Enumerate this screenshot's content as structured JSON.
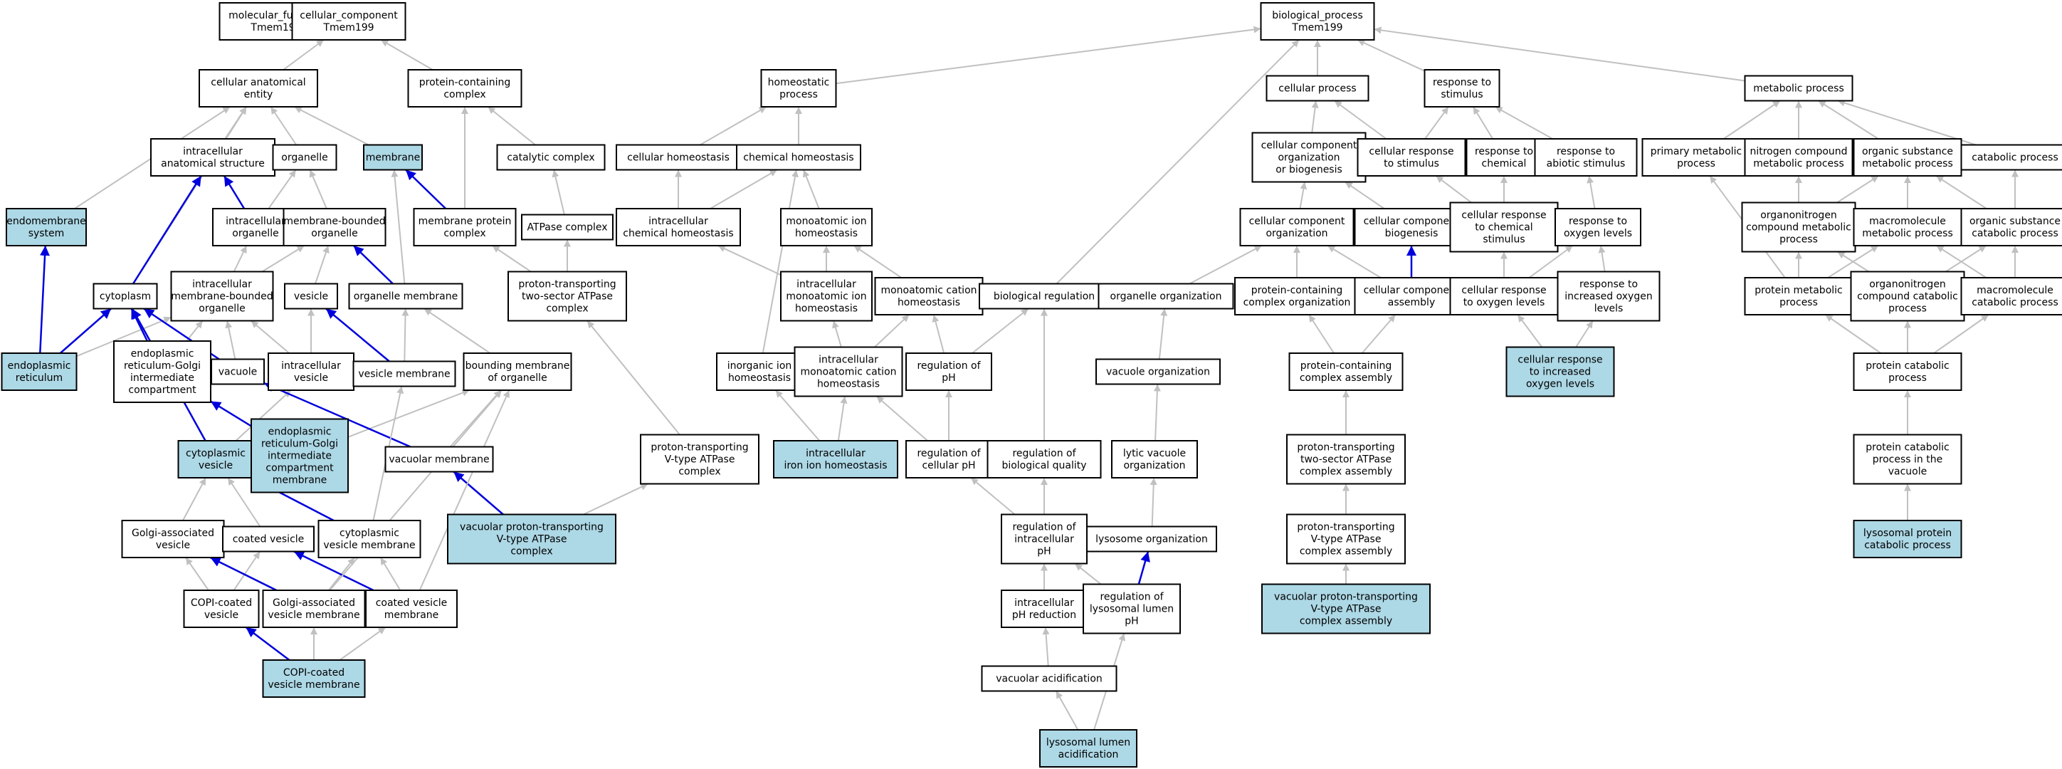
{
  "colors": {
    "highlight": "#add8e6",
    "plain": "#ffffff",
    "gray_edge": "#c0c0c0",
    "blue_edge": "#0000dd"
  },
  "nodes": {
    "mf": {
      "lines": [
        "molecular_function",
        "Tmem199"
      ],
      "hl": false
    },
    "cc": {
      "lines": [
        "cellular_component",
        "Tmem199"
      ],
      "hl": false
    },
    "bp": {
      "lines": [
        "biological_process",
        "Tmem199"
      ],
      "hl": false
    },
    "cae": {
      "lines": [
        "cellular anatomical",
        "entity"
      ],
      "hl": false
    },
    "pcc": {
      "lines": [
        "protein-containing",
        "complex"
      ],
      "hl": false
    },
    "ias": {
      "lines": [
        "intracellular",
        "anatomical structure"
      ],
      "hl": false
    },
    "org": {
      "lines": [
        "organelle"
      ],
      "hl": false
    },
    "mem": {
      "lines": [
        "membrane"
      ],
      "hl": true
    },
    "catc": {
      "lines": [
        "catalytic complex"
      ],
      "hl": false
    },
    "ems": {
      "lines": [
        "endomembrane",
        "system"
      ],
      "hl": true
    },
    "io": {
      "lines": [
        "intracellular",
        "organelle"
      ],
      "hl": false
    },
    "mbo": {
      "lines": [
        "membrane-bounded",
        "organelle"
      ],
      "hl": false
    },
    "mpc": {
      "lines": [
        "membrane protein",
        "complex"
      ],
      "hl": false
    },
    "atpc": {
      "lines": [
        "ATPase complex"
      ],
      "hl": false
    },
    "cyto": {
      "lines": [
        "cytoplasm"
      ],
      "hl": false
    },
    "imbo": {
      "lines": [
        "intracellular",
        "membrane-bounded",
        "organelle"
      ],
      "hl": false
    },
    "ves": {
      "lines": [
        "vesicle"
      ],
      "hl": false
    },
    "om": {
      "lines": [
        "organelle membrane"
      ],
      "hl": false
    },
    "pt2": {
      "lines": [
        "proton-transporting",
        "two-sector ATPase",
        "complex"
      ],
      "hl": false
    },
    "er": {
      "lines": [
        "endoplasmic",
        "reticulum"
      ],
      "hl": true
    },
    "ergic": {
      "lines": [
        "endoplasmic",
        "reticulum-Golgi",
        "intermediate",
        "compartment"
      ],
      "hl": false
    },
    "vac": {
      "lines": [
        "vacuole"
      ],
      "hl": false
    },
    "iv": {
      "lines": [
        "intracellular",
        "vesicle"
      ],
      "hl": false
    },
    "vm": {
      "lines": [
        "vesicle membrane"
      ],
      "hl": false
    },
    "bmo": {
      "lines": [
        "bounding membrane",
        "of organelle"
      ],
      "hl": false
    },
    "cv": {
      "lines": [
        "cytoplasmic",
        "vesicle"
      ],
      "hl": true
    },
    "ergicm": {
      "lines": [
        "endoplasmic",
        "reticulum-Golgi",
        "intermediate",
        "compartment",
        "membrane"
      ],
      "hl": true
    },
    "vacm": {
      "lines": [
        "vacuolar membrane"
      ],
      "hl": false
    },
    "vvtype": {
      "lines": [
        "vacuolar proton-transporting",
        "V-type ATPase",
        "complex"
      ],
      "hl": true
    },
    "gav": {
      "lines": [
        "Golgi-associated",
        "vesicle"
      ],
      "hl": false
    },
    "coatv": {
      "lines": [
        "coated vesicle"
      ],
      "hl": false
    },
    "cvm": {
      "lines": [
        "cytoplasmic",
        "vesicle membrane"
      ],
      "hl": false
    },
    "copiv": {
      "lines": [
        "COPI-coated",
        "vesicle"
      ],
      "hl": false
    },
    "gavm": {
      "lines": [
        "Golgi-associated",
        "vesicle membrane"
      ],
      "hl": false
    },
    "coatvm": {
      "lines": [
        "coated vesicle",
        "membrane"
      ],
      "hl": false
    },
    "copivm": {
      "lines": [
        "COPI-coated",
        "vesicle membrane"
      ],
      "hl": true
    },
    "ptvtype": {
      "lines": [
        "proton-transporting",
        "V-type ATPase",
        "complex"
      ],
      "hl": false
    },
    "hp": {
      "lines": [
        "homeostatic",
        "process"
      ],
      "hl": false
    },
    "ch": {
      "lines": [
        "cellular homeostasis"
      ],
      "hl": false
    },
    "chh": {
      "lines": [
        "chemical homeostasis"
      ],
      "hl": false
    },
    "ichh": {
      "lines": [
        "intracellular",
        "chemical homeostasis"
      ],
      "hl": false
    },
    "mih": {
      "lines": [
        "monoatomic ion",
        "homeostasis"
      ],
      "hl": false
    },
    "imih": {
      "lines": [
        "intracellular",
        "monoatomic ion",
        "homeostasis"
      ],
      "hl": false
    },
    "mch": {
      "lines": [
        "monoatomic cation",
        "homeostasis"
      ],
      "hl": false
    },
    "iih": {
      "lines": [
        "inorganic ion",
        "homeostasis"
      ],
      "hl": false
    },
    "imch": {
      "lines": [
        "intracellular",
        "monoatomic cation",
        "homeostasis"
      ],
      "hl": false
    },
    "roph": {
      "lines": [
        "regulation of",
        "pH"
      ],
      "hl": false
    },
    "iiih": {
      "lines": [
        "intracellular",
        "iron ion homeostasis"
      ],
      "hl": true
    },
    "rocph": {
      "lines": [
        "regulation of",
        "cellular pH"
      ],
      "hl": false
    },
    "breg": {
      "lines": [
        "biological regulation"
      ],
      "hl": false
    },
    "robq": {
      "lines": [
        "regulation of",
        "biological quality"
      ],
      "hl": false
    },
    "roiph": {
      "lines": [
        "regulation of",
        "intracellular",
        "pH"
      ],
      "hl": false
    },
    "iphr": {
      "lines": [
        "intracellular",
        "pH reduction"
      ],
      "hl": false
    },
    "vacacid": {
      "lines": [
        "vacuolar acidification"
      ],
      "hl": false
    },
    "lla": {
      "lines": [
        "lysosomal lumen",
        "acidification"
      ],
      "hl": true
    },
    "cp": {
      "lines": [
        "cellular process"
      ],
      "hl": false
    },
    "rts": {
      "lines": [
        "response to",
        "stimulus"
      ],
      "hl": false
    },
    "ccob": {
      "lines": [
        "cellular component",
        "organization",
        "or biogenesis"
      ],
      "hl": false
    },
    "crts": {
      "lines": [
        "cellular response",
        "to stimulus"
      ],
      "hl": false
    },
    "rtc": {
      "lines": [
        "response to",
        "chemical"
      ],
      "hl": false
    },
    "rtas": {
      "lines": [
        "response to",
        "abiotic stimulus"
      ],
      "hl": false
    },
    "cco": {
      "lines": [
        "cellular component",
        "organization"
      ],
      "hl": false
    },
    "ccb": {
      "lines": [
        "cellular component",
        "biogenesis"
      ],
      "hl": false
    },
    "crtcs": {
      "lines": [
        "cellular response",
        "to chemical",
        "stimulus"
      ],
      "hl": false
    },
    "rtol": {
      "lines": [
        "response to",
        "oxygen levels"
      ],
      "hl": false
    },
    "oo": {
      "lines": [
        "organelle organization"
      ],
      "hl": false
    },
    "pcco": {
      "lines": [
        "protein-containing",
        "complex organization"
      ],
      "hl": false
    },
    "cca": {
      "lines": [
        "cellular component",
        "assembly"
      ],
      "hl": false
    },
    "crtol": {
      "lines": [
        "cellular response",
        "to oxygen levels"
      ],
      "hl": false
    },
    "rtiol": {
      "lines": [
        "response to",
        "increased oxygen",
        "levels"
      ],
      "hl": false
    },
    "vo": {
      "lines": [
        "vacuole organization"
      ],
      "hl": false
    },
    "pcca": {
      "lines": [
        "protein-containing",
        "complex assembly"
      ],
      "hl": false
    },
    "crtiol": {
      "lines": [
        "cellular response",
        "to increased",
        "oxygen levels"
      ],
      "hl": true
    },
    "lvo": {
      "lines": [
        "lytic vacuole",
        "organization"
      ],
      "hl": false
    },
    "pt2a": {
      "lines": [
        "proton-transporting",
        "two-sector ATPase",
        "complex assembly"
      ],
      "hl": false
    },
    "lo": {
      "lines": [
        "lysosome organization"
      ],
      "hl": false
    },
    "ptva": {
      "lines": [
        "proton-transporting",
        "V-type ATPase",
        "complex assembly"
      ],
      "hl": false
    },
    "rolph": {
      "lines": [
        "regulation of",
        "lysosomal lumen",
        "pH"
      ],
      "hl": false
    },
    "vvtypea": {
      "lines": [
        "vacuolar proton-transporting",
        "V-type ATPase",
        "complex assembly"
      ],
      "hl": true
    },
    "mp": {
      "lines": [
        "metabolic process"
      ],
      "hl": false
    },
    "pmp": {
      "lines": [
        "primary metabolic",
        "process"
      ],
      "hl": false
    },
    "ncmp": {
      "lines": [
        "nitrogen compound",
        "metabolic process"
      ],
      "hl": false
    },
    "osmp": {
      "lines": [
        "organic substance",
        "metabolic process"
      ],
      "hl": false
    },
    "catp": {
      "lines": [
        "catabolic process"
      ],
      "hl": false
    },
    "oncmp": {
      "lines": [
        "organonitrogen",
        "compound metabolic",
        "process"
      ],
      "hl": false
    },
    "mmp": {
      "lines": [
        "macromolecule",
        "metabolic process"
      ],
      "hl": false
    },
    "oscp": {
      "lines": [
        "organic substance",
        "catabolic process"
      ],
      "hl": false
    },
    "prmp": {
      "lines": [
        "protein metabolic",
        "process"
      ],
      "hl": false
    },
    "onccp": {
      "lines": [
        "organonitrogen",
        "compound catabolic",
        "process"
      ],
      "hl": false
    },
    "mcp": {
      "lines": [
        "macromolecule",
        "catabolic process"
      ],
      "hl": false
    },
    "pcp": {
      "lines": [
        "protein catabolic",
        "process"
      ],
      "hl": false
    },
    "pcpv": {
      "lines": [
        "protein catabolic",
        "process in the",
        "vacuole"
      ],
      "hl": false
    },
    "lpcp": {
      "lines": [
        "lysosomal protein",
        "catabolic process"
      ],
      "hl": true
    }
  },
  "edges": [
    [
      "cae",
      "cc",
      "g"
    ],
    [
      "pcc",
      "cc",
      "g"
    ],
    [
      "ias",
      "cae",
      "g"
    ],
    [
      "org",
      "cae",
      "g"
    ],
    [
      "mem",
      "cae",
      "g"
    ],
    [
      "ems",
      "cae",
      "g"
    ],
    [
      "cyto",
      "cae",
      "g"
    ],
    [
      "io",
      "ias",
      "b"
    ],
    [
      "io",
      "org",
      "g"
    ],
    [
      "cyto",
      "ias",
      "b"
    ],
    [
      "mbo",
      "org",
      "g"
    ],
    [
      "imbo",
      "io",
      "g"
    ],
    [
      "imbo",
      "mbo",
      "g"
    ],
    [
      "om",
      "mbo",
      "b"
    ],
    [
      "om",
      "mem",
      "g"
    ],
    [
      "mpc",
      "mem",
      "b"
    ],
    [
      "mpc",
      "pcc",
      "g"
    ],
    [
      "catc",
      "pcc",
      "g"
    ],
    [
      "atpc",
      "catc",
      "g"
    ],
    [
      "pt2",
      "atpc",
      "g"
    ],
    [
      "pt2",
      "mpc",
      "g"
    ],
    [
      "ves",
      "mbo",
      "g"
    ],
    [
      "iv",
      "ves",
      "g"
    ],
    [
      "iv",
      "imbo",
      "g"
    ],
    [
      "vm",
      "ves",
      "b"
    ],
    [
      "vm",
      "om",
      "g"
    ],
    [
      "bmo",
      "om",
      "g"
    ],
    [
      "er",
      "ems",
      "b"
    ],
    [
      "er",
      "imbo",
      "g"
    ],
    [
      "er",
      "cyto",
      "b"
    ],
    [
      "ergic",
      "cyto",
      "b"
    ],
    [
      "ergic",
      "imbo",
      "g"
    ],
    [
      "vac",
      "imbo",
      "g"
    ],
    [
      "vac",
      "cyto",
      "b"
    ],
    [
      "cv",
      "cyto",
      "b"
    ],
    [
      "cv",
      "iv",
      "g"
    ],
    [
      "ergicm",
      "ergic",
      "b"
    ],
    [
      "ergicm",
      "bmo",
      "g"
    ],
    [
      "vacm",
      "vac",
      "b"
    ],
    [
      "vacm",
      "bmo",
      "g"
    ],
    [
      "vvtype",
      "vacm",
      "b"
    ],
    [
      "vvtype",
      "ptvtype",
      "g"
    ],
    [
      "ptvtype",
      "pt2",
      "g"
    ],
    [
      "gav",
      "cv",
      "g"
    ],
    [
      "coatv",
      "cv",
      "g"
    ],
    [
      "cvm",
      "cv",
      "b"
    ],
    [
      "cvm",
      "vm",
      "g"
    ],
    [
      "copiv",
      "gav",
      "g"
    ],
    [
      "copiv",
      "coatv",
      "g"
    ],
    [
      "gavm",
      "gav",
      "b"
    ],
    [
      "gavm",
      "cvm",
      "g"
    ],
    [
      "coatvm",
      "coatv",
      "b"
    ],
    [
      "coatvm",
      "cvm",
      "g"
    ],
    [
      "coatvm",
      "bmo",
      "g"
    ],
    [
      "gavm",
      "bmo",
      "g"
    ],
    [
      "copivm",
      "copiv",
      "b"
    ],
    [
      "copivm",
      "gavm",
      "g"
    ],
    [
      "copivm",
      "coatvm",
      "g"
    ],
    [
      "hp",
      "bp",
      "g"
    ],
    [
      "ch",
      "hp",
      "g"
    ],
    [
      "chh",
      "hp",
      "g"
    ],
    [
      "ichh",
      "ch",
      "g"
    ],
    [
      "ichh",
      "chh",
      "g"
    ],
    [
      "mih",
      "chh",
      "g"
    ],
    [
      "iih",
      "chh",
      "g"
    ],
    [
      "imih",
      "mih",
      "g"
    ],
    [
      "imih",
      "ichh",
      "g"
    ],
    [
      "mch",
      "mih",
      "g"
    ],
    [
      "imch",
      "imih",
      "g"
    ],
    [
      "imch",
      "mch",
      "g"
    ],
    [
      "roph",
      "mch",
      "g"
    ],
    [
      "iiih",
      "imch",
      "g"
    ],
    [
      "iiih",
      "iih",
      "g"
    ],
    [
      "rocph",
      "roph",
      "g"
    ],
    [
      "rocph",
      "imch",
      "g"
    ],
    [
      "breg",
      "bp",
      "g"
    ],
    [
      "roph",
      "breg",
      "g"
    ],
    [
      "robq",
      "breg",
      "g"
    ],
    [
      "roiph",
      "rocph",
      "g"
    ],
    [
      "roiph",
      "robq",
      "g"
    ],
    [
      "iphr",
      "roiph",
      "g"
    ],
    [
      "rolph",
      "roiph",
      "g"
    ],
    [
      "rolph",
      "lo",
      "b"
    ],
    [
      "vacacid",
      "iphr",
      "g"
    ],
    [
      "lla",
      "vacacid",
      "g"
    ],
    [
      "lla",
      "rolph",
      "g"
    ],
    [
      "cp",
      "bp",
      "g"
    ],
    [
      "rts",
      "bp",
      "g"
    ],
    [
      "mp",
      "bp",
      "g"
    ],
    [
      "ccob",
      "cp",
      "g"
    ],
    [
      "crts",
      "cp",
      "g"
    ],
    [
      "crts",
      "rts",
      "g"
    ],
    [
      "rtc",
      "rts",
      "g"
    ],
    [
      "rtas",
      "rts",
      "g"
    ],
    [
      "cco",
      "ccob",
      "g"
    ],
    [
      "ccb",
      "ccob",
      "g"
    ],
    [
      "crtcs",
      "crts",
      "g"
    ],
    [
      "crtcs",
      "rtc",
      "g"
    ],
    [
      "rtol",
      "rtas",
      "g"
    ],
    [
      "oo",
      "cco",
      "g"
    ],
    [
      "pcco",
      "cco",
      "g"
    ],
    [
      "cca",
      "cco",
      "g"
    ],
    [
      "cca",
      "ccb",
      "b"
    ],
    [
      "crtol",
      "crtcs",
      "g"
    ],
    [
      "crtol",
      "rtol",
      "g"
    ],
    [
      "rtiol",
      "rtol",
      "g"
    ],
    [
      "vo",
      "oo",
      "g"
    ],
    [
      "pcca",
      "pcco",
      "g"
    ],
    [
      "pcca",
      "cca",
      "g"
    ],
    [
      "crtiol",
      "crtol",
      "g"
    ],
    [
      "crtiol",
      "rtiol",
      "g"
    ],
    [
      "lvo",
      "vo",
      "g"
    ],
    [
      "pt2a",
      "pcca",
      "g"
    ],
    [
      "lo",
      "lvo",
      "g"
    ],
    [
      "ptva",
      "pt2a",
      "g"
    ],
    [
      "vvtypea",
      "ptva",
      "g"
    ],
    [
      "pmp",
      "mp",
      "g"
    ],
    [
      "ncmp",
      "mp",
      "g"
    ],
    [
      "osmp",
      "mp",
      "g"
    ],
    [
      "catp",
      "mp",
      "g"
    ],
    [
      "oncmp",
      "ncmp",
      "g"
    ],
    [
      "oncmp",
      "osmp",
      "g"
    ],
    [
      "mmp",
      "osmp",
      "g"
    ],
    [
      "oscp",
      "osmp",
      "g"
    ],
    [
      "oscp",
      "catp",
      "g"
    ],
    [
      "prmp",
      "pmp",
      "g"
    ],
    [
      "prmp",
      "oncmp",
      "g"
    ],
    [
      "prmp",
      "mmp",
      "g"
    ],
    [
      "onccp",
      "oncmp",
      "g"
    ],
    [
      "onccp",
      "oscp",
      "g"
    ],
    [
      "mcp",
      "mmp",
      "g"
    ],
    [
      "mcp",
      "oscp",
      "g"
    ],
    [
      "pcp",
      "prmp",
      "g"
    ],
    [
      "pcp",
      "onccp",
      "g"
    ],
    [
      "pcp",
      "mcp",
      "g"
    ],
    [
      "pcpv",
      "pcp",
      "g"
    ],
    [
      "lpcp",
      "pcpv",
      "g"
    ]
  ]
}
